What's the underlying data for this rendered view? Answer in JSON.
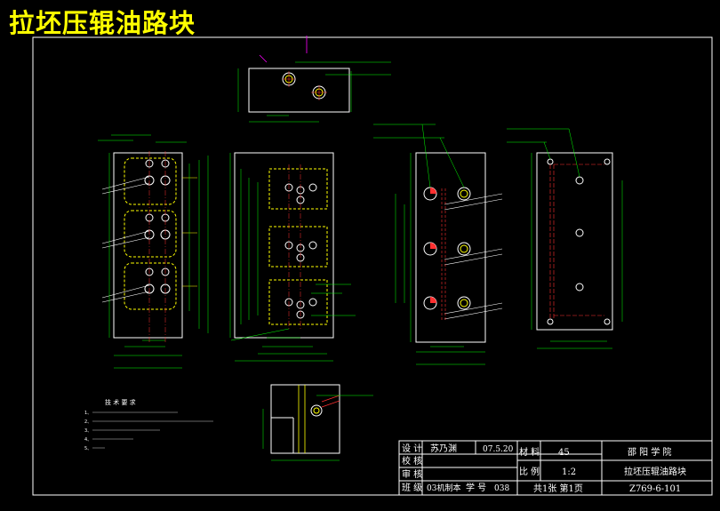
{
  "title": "拉坯压辊油路块",
  "notes": {
    "heading": "技 术 要 求",
    "items": [
      "1、 ",
      "2、",
      "3、",
      "4、",
      "5、"
    ]
  },
  "title_block": {
    "design_label": "设 计",
    "designer": "苏乃渊",
    "date": "07.5.20",
    "check_label": "校 核",
    "review_label": "审 核",
    "class_label": "班 级",
    "class_value": "03机制本",
    "student_no_label": "学 号",
    "student_no": "038",
    "material_label": "材 料",
    "material": "45",
    "scale_label": "比 例",
    "scale": "1:2",
    "sheets": "共1张 第1页",
    "school": "邵 阳 学 院",
    "part_name": "拉坯压辊油路块",
    "drawing_no": "Z769-6-101"
  },
  "colors": {
    "border": "#ffffff",
    "outline": "#ffffff",
    "dimension": "#00ff00",
    "hidden": "#ffff00",
    "center": "#ff3030",
    "leader": "#ff00ff",
    "title": "#ffff00"
  }
}
